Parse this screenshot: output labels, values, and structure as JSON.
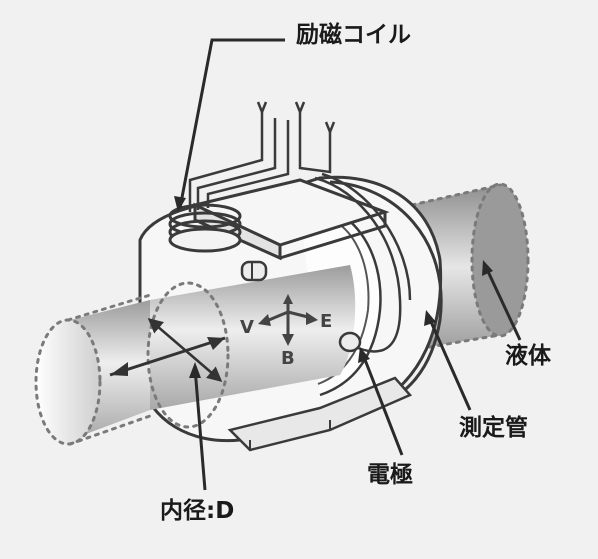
{
  "labels": {
    "excitation_coil": "励磁コイル",
    "liquid": "液体",
    "measuring_pipe": "測定管",
    "electrode": "電極",
    "inner_diameter": "内径:D"
  },
  "axes": {
    "v": "V",
    "e": "E",
    "b": "B"
  },
  "colors": {
    "background": "#f1f1f1",
    "stroke": "#3a3a3a",
    "fluid_light": "#f4f4f4",
    "fluid_dark": "#9a9a9a",
    "body_fill": "#f7f7f7"
  }
}
